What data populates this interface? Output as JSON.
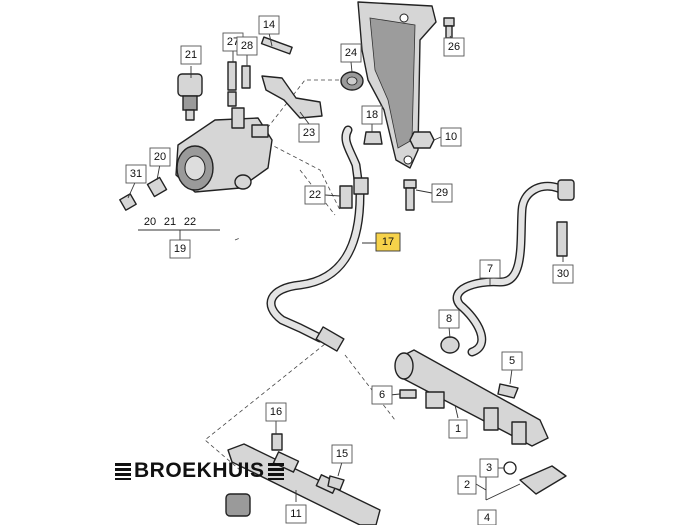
{
  "watermark": {
    "text": "BROEKHUIS"
  },
  "callouts": {
    "n1": "1",
    "n2": "2",
    "n3": "3",
    "n4": "4",
    "n5": "5",
    "n6": "6",
    "n7": "7",
    "n8": "8",
    "n10": "10",
    "n11": "11",
    "n14": "14",
    "n15": "15",
    "n16": "16",
    "n17": "17",
    "n18": "18",
    "n19": "19",
    "n20a": "20",
    "n20b": "20",
    "n21a": "21",
    "n21b": "21",
    "n22a": "22",
    "n22b": "22",
    "n23": "23",
    "n24": "24",
    "n26": "26",
    "n27": "27",
    "n28": "28",
    "n29": "29",
    "n30": "30",
    "n31": "31"
  },
  "highlight": {
    "part": "17",
    "color": "#f6d24a"
  }
}
